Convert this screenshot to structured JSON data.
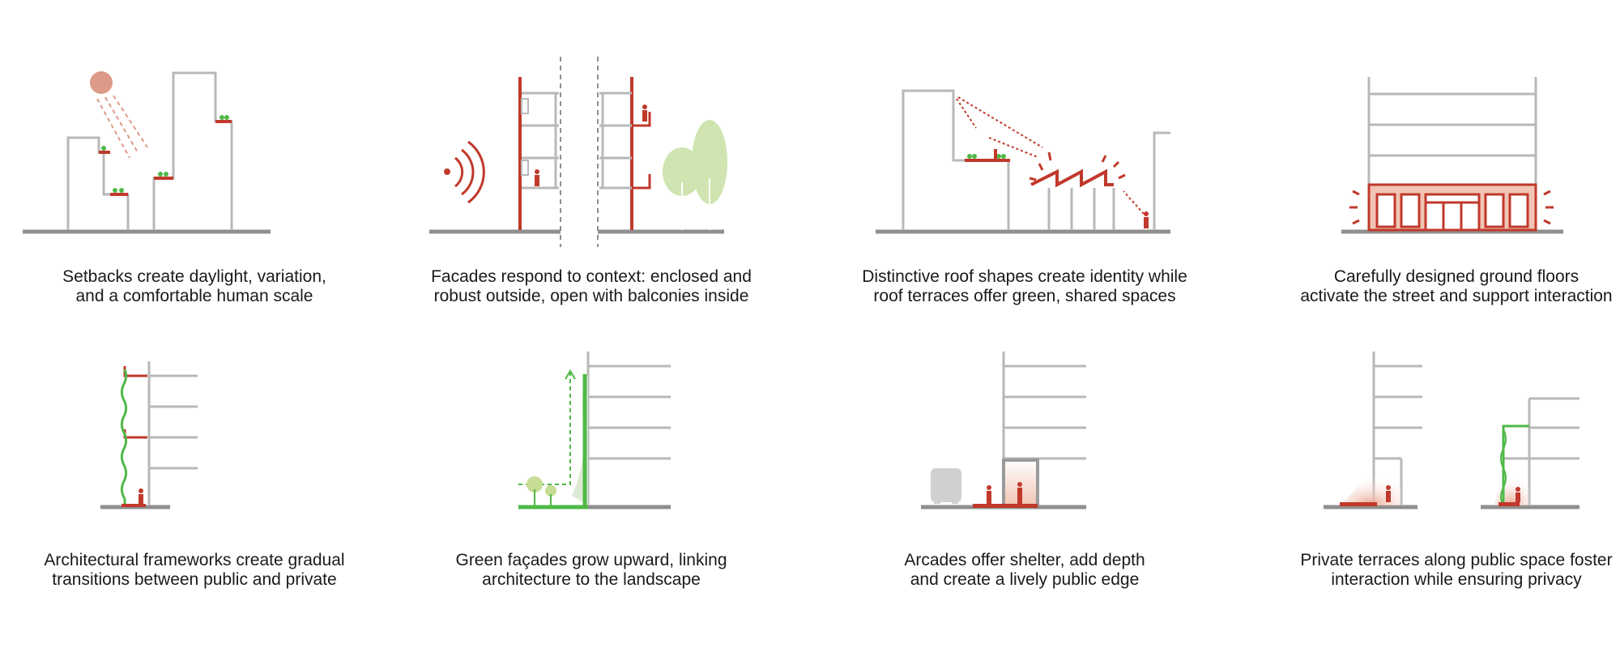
{
  "colors": {
    "accent_red": "#c0392b",
    "pale_red": "#f2c4b3",
    "sun": "#dd9a88",
    "green": "#4fb848",
    "pale_green": "#cfe4b0",
    "grey_line": "#b8b8b8",
    "ground": "#8f8f8f",
    "text": "#1a1a1a"
  },
  "panels": [
    {
      "caption_lines": [
        "Setbacks create daylight, variation,",
        "and a comfortable human scale"
      ]
    },
    {
      "caption_lines": [
        "Facades respond to context: enclosed and",
        "robust outside, open with balconies inside"
      ]
    },
    {
      "caption_lines": [
        "Distinctive roof shapes create identity while",
        "roof terraces offer green, shared spaces"
      ]
    },
    {
      "caption_lines": [
        "Carefully designed ground floors",
        "activate the street and support interaction"
      ]
    },
    {
      "caption_lines": [
        "Architectural frameworks create gradual",
        "transitions between public and private"
      ]
    },
    {
      "caption_lines": [
        "Green façades grow upward, linking",
        "architecture to the landscape"
      ]
    },
    {
      "caption_lines": [
        "Arcades offer shelter, add depth",
        "and create a lively public edge"
      ]
    },
    {
      "caption_lines": [
        "Private terraces along public space foster",
        "interaction while ensuring privacy"
      ]
    }
  ]
}
